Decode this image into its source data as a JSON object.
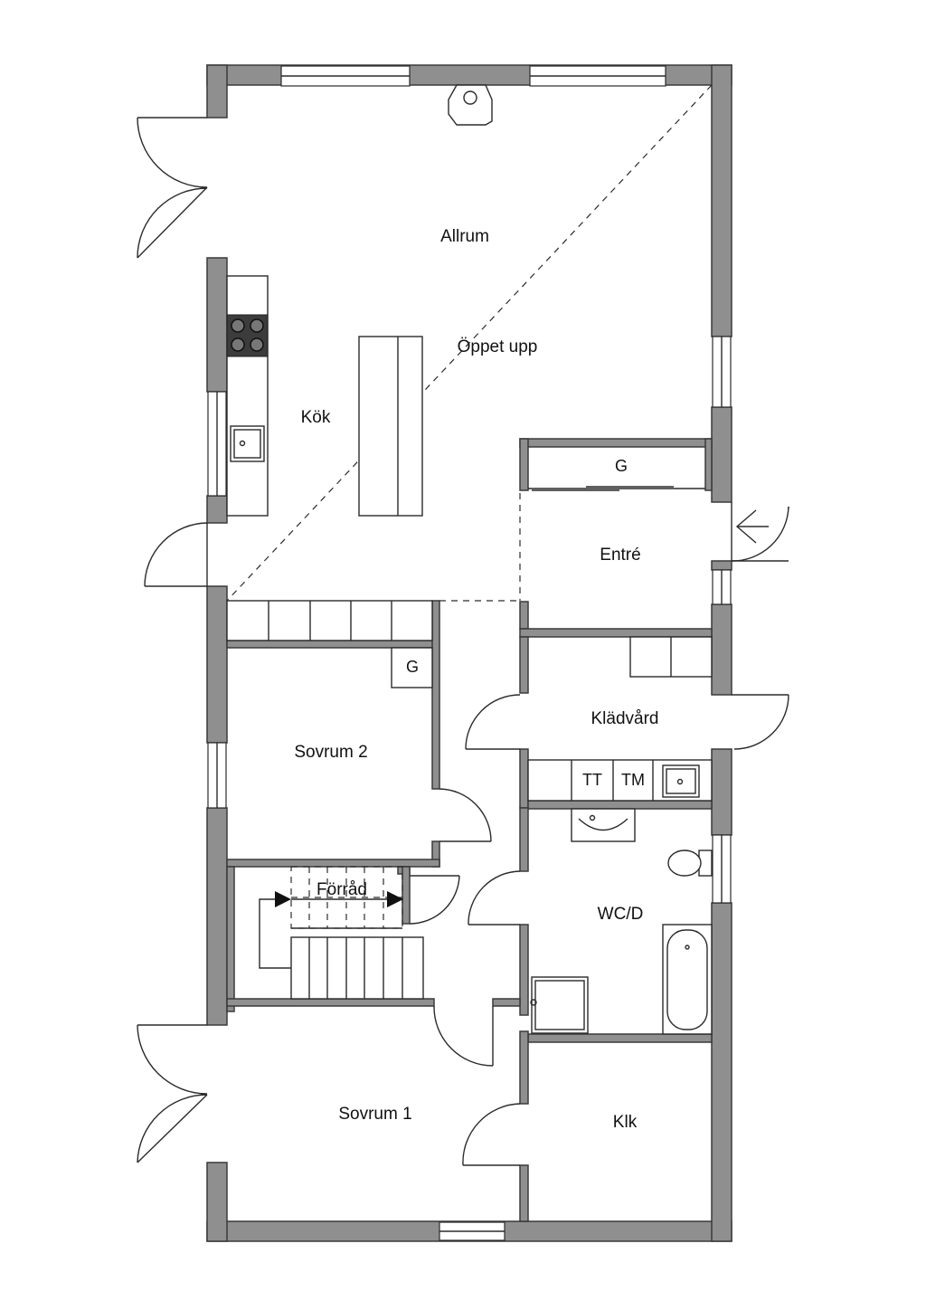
{
  "rooms": {
    "allrum": "Allrum",
    "oppet_upp": "Öppet upp",
    "kok": "Kök",
    "entre": "Entré",
    "kladvard": "Klädvård",
    "sovrum2": "Sovrum 2",
    "forrad": "Förråd",
    "wcd": "WC/D",
    "sovrum1": "Sovrum 1",
    "klk": "Klk"
  },
  "fixtures": {
    "garderob_entre": "G",
    "garderob_sovrum2": "G",
    "tt": "TT",
    "tm": "TM"
  },
  "colors": {
    "wall": "#8f8f8f",
    "line": "#2b2b2b",
    "background": "#ffffff"
  }
}
